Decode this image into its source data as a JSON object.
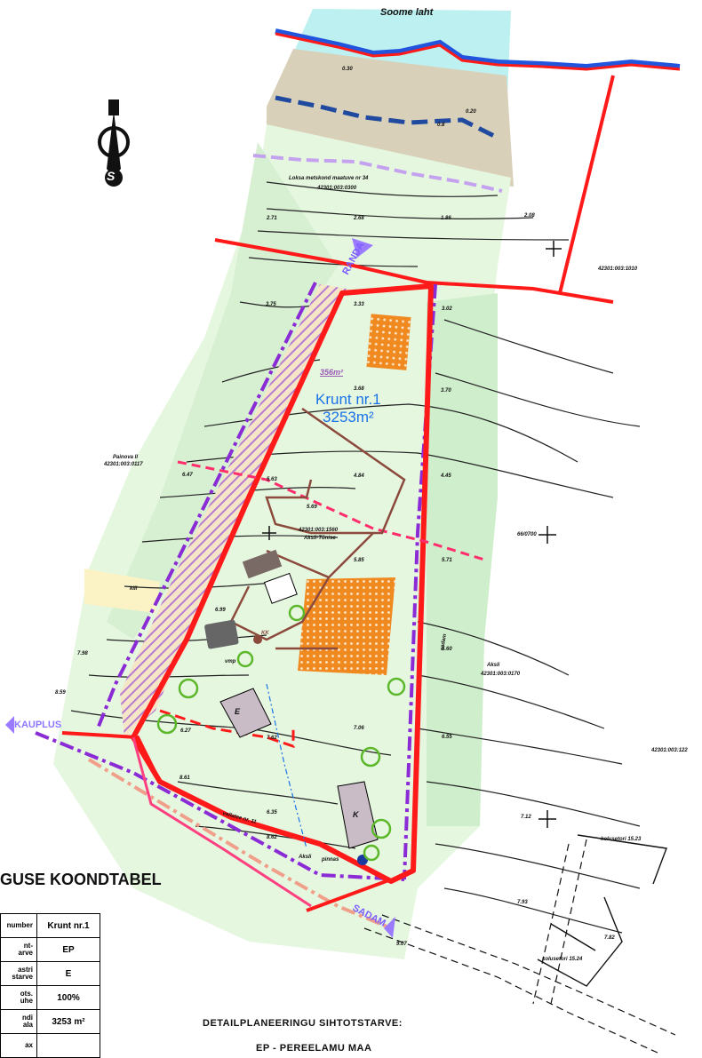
{
  "map": {
    "sea_label": "Soome laht",
    "forest_label": "Loksa metskond maatuve nr 34",
    "forest_code": "42301:003:0300",
    "parcel_code_ne": "42301:003:1010",
    "neighbor_west_name": "Painova II",
    "neighbor_west_code": "42301:003:0117",
    "plot_label": "42301:003:1560",
    "plot_name": "Aksli-Tõnise",
    "neighbor_east_name": "Aksli",
    "neighbor_east_code": "42301:003:0170",
    "far_east_code": "42301:003:122",
    "east_ref": "66/0700",
    "krunt_title": "Krunt nr.1",
    "krunt_area": "3253m²",
    "small_area": "356m²",
    "hill_label": "kill",
    "road_randa": "RANDA",
    "road_kauplus": "KAUPLUS",
    "road_sadam": "SADAM",
    "street_label": "vallatee nr. 11",
    "street_label2": "Aksli",
    "road_south1": "kolusetori 15.23",
    "road_south2": "kolusetori 15.24",
    "ditch_label": "sadam",
    "pinnas_label": "pinnas",
    "elev": [
      "0.30",
      "0.20",
      "0.8",
      "2.71",
      "2.68",
      "1.86",
      "2.08",
      "3.75",
      "3.33",
      "3.02",
      "3.68",
      "3.70",
      "4.84",
      "5.63",
      "5.69",
      "4.45",
      "5.85",
      "5.71",
      "5.60",
      "6.47",
      "6.99",
      "7.98",
      "8.59",
      "6.27",
      "7.62",
      "7.06",
      "6.55",
      "6.35",
      "7.12",
      "7.93",
      "7.82",
      "8.61",
      "8.62",
      "9.07"
    ],
    "vmp_label": "vmp",
    "kk_label": "KK",
    "north_letter": "S",
    "dot_e": "E",
    "dot_k": "K"
  },
  "summary": {
    "title": "GUSE KOONDTABEL",
    "col_number": "number",
    "col_krunt": "Krunt nr.1",
    "rows": [
      {
        "label": "nt-\narve",
        "value": "EP"
      },
      {
        "label": "astri\nstarve",
        "value": "E"
      },
      {
        "label": "ots.\nuhe",
        "value": "100%"
      },
      {
        "label": "ndi\nala",
        "value": "3253 m²"
      },
      {
        "label": "ax",
        "value": ""
      }
    ]
  },
  "purpose": {
    "title": "DETAILPLANEERINGU SIHTOTSTARVE:",
    "value": "EP - PEREELAMU MAA"
  }
}
